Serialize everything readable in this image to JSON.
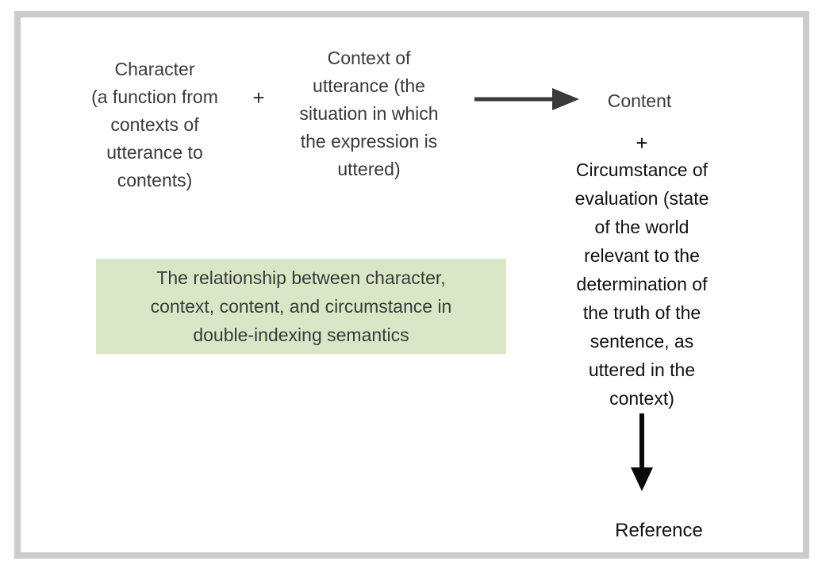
{
  "colors": {
    "frame_border": "#cccccc",
    "text_gray": "#3a3a3a",
    "text_black": "#111111",
    "caption_bg": "#d9e7c7"
  },
  "diagram": {
    "character": {
      "text": "Character\n(a function from\ncontexts of\nutterance to\ncontents)"
    },
    "plus_top": "+",
    "context": {
      "text": "Context of\nutterance (the\nsituation in which\nthe expression is\nuttered)"
    },
    "content": {
      "label": "Content"
    },
    "plus_right": "+",
    "circumstance": {
      "text": "Circumstance of\nevaluation (state\nof the world\nrelevant to the\ndetermination of\nthe truth of the\nsentence, as\nuttered in the\ncontext)"
    },
    "reference": {
      "label": "Reference"
    },
    "caption": {
      "text": "The relationship between character,\ncontext, content, and circumstance in\ndouble-indexing semantics"
    },
    "icons": {
      "arrow_right": "right-arrow-icon",
      "arrow_down": "down-arrow-icon"
    }
  }
}
